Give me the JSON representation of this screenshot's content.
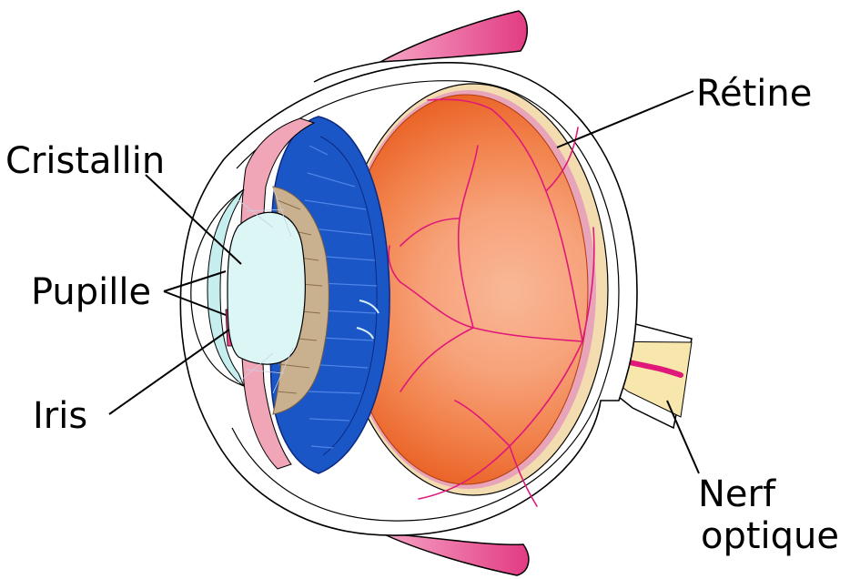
{
  "labels": {
    "retina": "Rétine",
    "lens": "Cristallin",
    "pupil": "Pupille",
    "iris": "Iris",
    "optic_nerve_line1": "Nerf",
    "optic_nerve_line2": "optique"
  },
  "colors": {
    "vitreous_outer": "#e2501a",
    "vitreous_inner": "#f8b391",
    "ciliary_blue": "#1b56c7",
    "lens_fill": "#dcf5f5",
    "cornea_fill": "#c6eeee",
    "muscle_pink": "#e8448a",
    "nerve_fill": "#f7e7ac",
    "vessel": "#e0187a",
    "sclera_line": "#000000"
  }
}
